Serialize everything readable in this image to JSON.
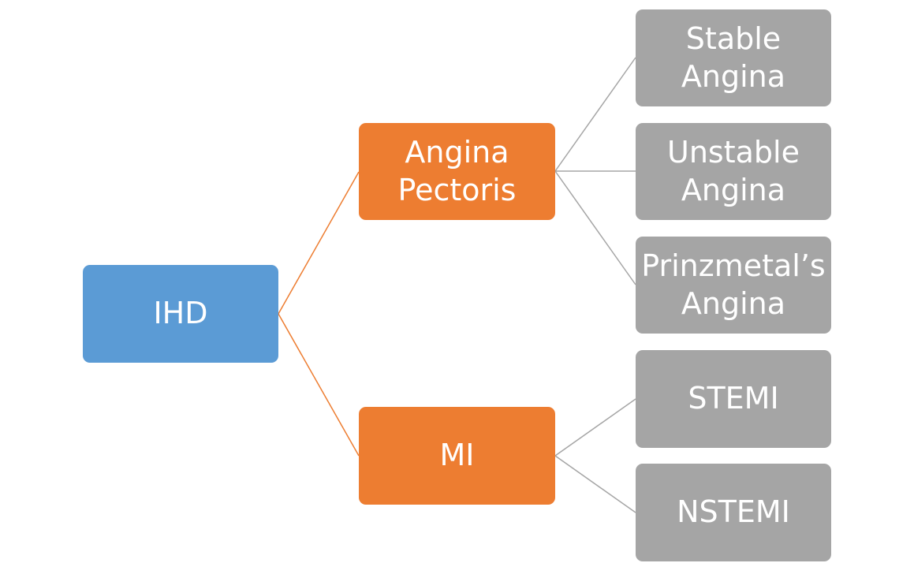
{
  "diagram": {
    "root": {
      "label": "IHD",
      "color": "#5b9bd5"
    },
    "branches": [
      {
        "label": "Angina\nPectoris",
        "color": "#ed7d31",
        "children": [
          {
            "label": "Stable\nAngina",
            "color": "#a5a5a5"
          },
          {
            "label": "Unstable\nAngina",
            "color": "#a5a5a5"
          },
          {
            "label": "Prinzmetal’s\nAngina",
            "color": "#a5a5a5"
          }
        ]
      },
      {
        "label": "MI",
        "color": "#ed7d31",
        "children": [
          {
            "label": "STEMI",
            "color": "#a5a5a5"
          },
          {
            "label": "NSTEMI",
            "color": "#a5a5a5"
          }
        ]
      }
    ],
    "connector_colors": {
      "root_to_branch": "#ed7d31",
      "branch_to_leaf": "#a5a5a5"
    }
  }
}
